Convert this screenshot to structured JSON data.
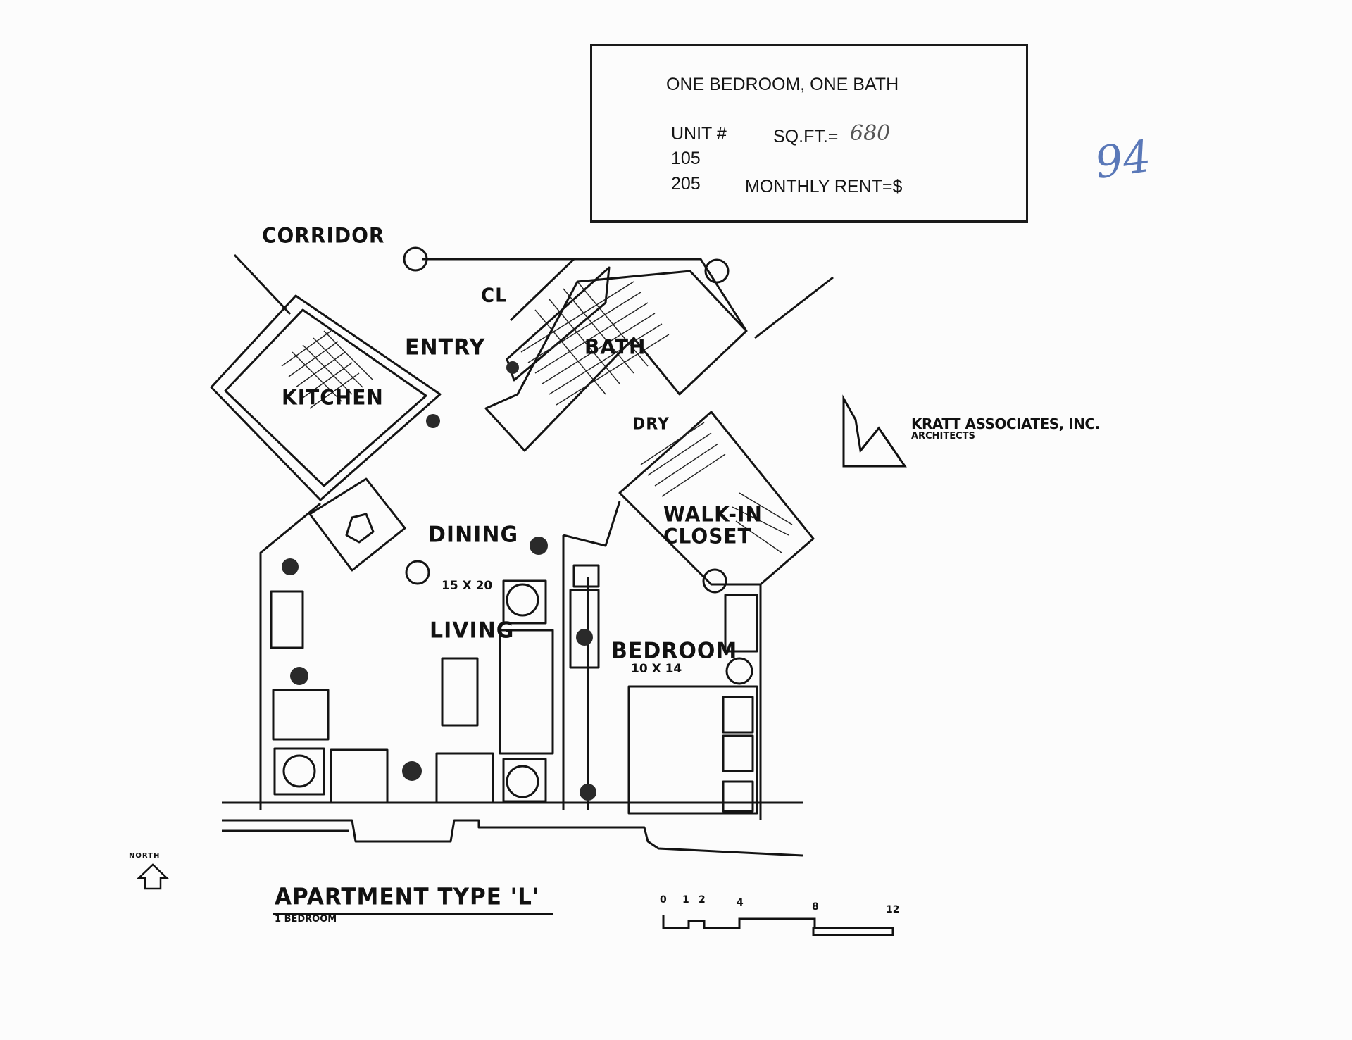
{
  "info": {
    "title": "ONE BEDROOM, ONE BATH",
    "unit_label": "UNIT #",
    "sqft_label": "SQ.FT.=",
    "sqft_value": "680",
    "units": [
      "105",
      "205"
    ],
    "rent_label": "MONTHLY RENT=$"
  },
  "page_number": "94",
  "rooms": {
    "corridor": "CORRIDOR",
    "entry": "ENTRY",
    "closet": "CL",
    "bath": "BATH",
    "kitchen": "KITCHEN",
    "dryer": "DRY",
    "walkin_1": "WALK-IN",
    "walkin_2": "CLOSET",
    "dining": "DINING",
    "living": "LIVING",
    "living_dims": "15 X 20",
    "bedroom": "BEDROOM",
    "bedroom_dims": "10 X 14"
  },
  "firm": {
    "name": "KRATT ASSOCIATES, INC.",
    "subtitle": "ARCHITECTS"
  },
  "north_label": "NORTH",
  "footer": {
    "title": "APARTMENT TYPE 'L'",
    "subtitle": "1 BEDROOM"
  },
  "scale_bar": {
    "ticks": [
      "0",
      "1",
      "2",
      "4",
      "8",
      "12"
    ]
  }
}
